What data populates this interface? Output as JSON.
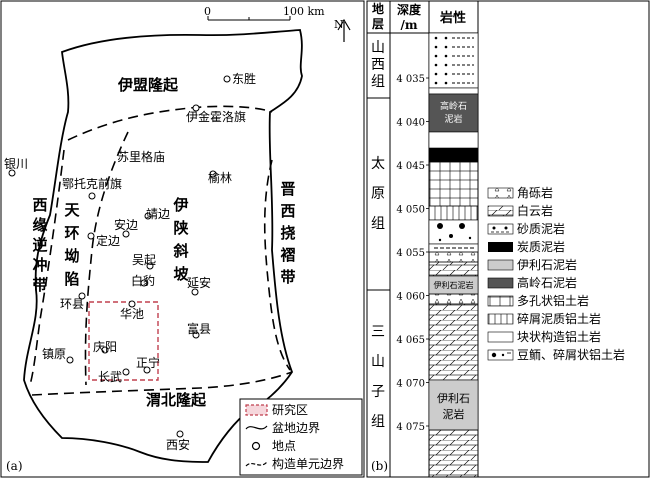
{
  "map": {
    "panel_label": "(a)",
    "scale": {
      "zero": "0",
      "distance": "100 km"
    },
    "north": "N",
    "regions": [
      {
        "id": "yimeng",
        "label": "伊盟隆起",
        "vertical": false
      },
      {
        "id": "weibei",
        "label": "渭北隆起",
        "vertical": false
      },
      {
        "id": "xiyuan",
        "label": "西缘逆冲带",
        "vertical": true
      },
      {
        "id": "tianhuan",
        "label": "天环坳陷",
        "vertical": true
      },
      {
        "id": "yishan",
        "label": "伊陕斜坡",
        "vertical": true
      },
      {
        "id": "jinxi",
        "label": "晋西挠褶带",
        "vertical": true
      }
    ],
    "places": [
      {
        "id": "dongsheng",
        "label": "东胜"
      },
      {
        "id": "yijinhuoluo",
        "label": "伊金霍洛旗"
      },
      {
        "id": "yinchuan",
        "label": "银川"
      },
      {
        "id": "wushenqi",
        "label": "苏里格庙"
      },
      {
        "id": "etuokeqian",
        "label": "鄂托克前旗"
      },
      {
        "id": "yulin",
        "label": "榆林"
      },
      {
        "id": "jingbian",
        "label": "靖边"
      },
      {
        "id": "anbian",
        "label": "安边"
      },
      {
        "id": "dingbian",
        "label": "定边"
      },
      {
        "id": "wuqi",
        "label": "吴起"
      },
      {
        "id": "baibao",
        "label": "白豹"
      },
      {
        "id": "yanan",
        "label": "延安"
      },
      {
        "id": "huanxian",
        "label": "环县"
      },
      {
        "id": "huachi",
        "label": "华池"
      },
      {
        "id": "fuxian",
        "label": "富县"
      },
      {
        "id": "qingyang",
        "label": "庆阳"
      },
      {
        "id": "zhenyuan",
        "label": "镇原"
      },
      {
        "id": "zhengning",
        "label": "正宁"
      },
      {
        "id": "changwu",
        "label": "长武"
      },
      {
        "id": "xian",
        "label": "西安"
      }
    ],
    "legend": [
      {
        "id": "study",
        "label": "研究区"
      },
      {
        "id": "basin",
        "label": "盆地边界"
      },
      {
        "id": "site",
        "label": "地点"
      },
      {
        "id": "unit",
        "label": "构造单元边界"
      }
    ]
  },
  "column": {
    "panel_label": "(b)",
    "headers": {
      "stratum": "地层",
      "depth": "深度/m",
      "lithology": "岩性"
    },
    "formations": [
      "山西组",
      "太原组",
      "三山子组"
    ],
    "depth_ticks": [
      "4 035",
      "4 040",
      "4 045",
      "4 050",
      "4 055",
      "4 060",
      "4 065",
      "4 070",
      "4 075"
    ],
    "inline_labels": {
      "kaolinite": "高岭石泥岩",
      "illite_thin": "伊利石泥岩",
      "illite_thick": "伊利石泥岩"
    },
    "legend": [
      {
        "id": "breccia",
        "label": "角砾岩"
      },
      {
        "id": "dolomite",
        "label": "白云岩"
      },
      {
        "id": "sandy",
        "label": "砂质泥岩"
      },
      {
        "id": "carb",
        "label": "炭质泥岩"
      },
      {
        "id": "illite",
        "label": "伊利石泥岩"
      },
      {
        "id": "kaolin",
        "label": "高岭石泥岩"
      },
      {
        "id": "porous",
        "label": "多孔状铝土岩"
      },
      {
        "id": "clastic",
        "label": "碎屑泥质铝土岩"
      },
      {
        "id": "massive",
        "label": "块状构造铝土岩"
      },
      {
        "id": "oolitic",
        "label": "豆鲕、碎屑状铝土岩"
      }
    ]
  }
}
